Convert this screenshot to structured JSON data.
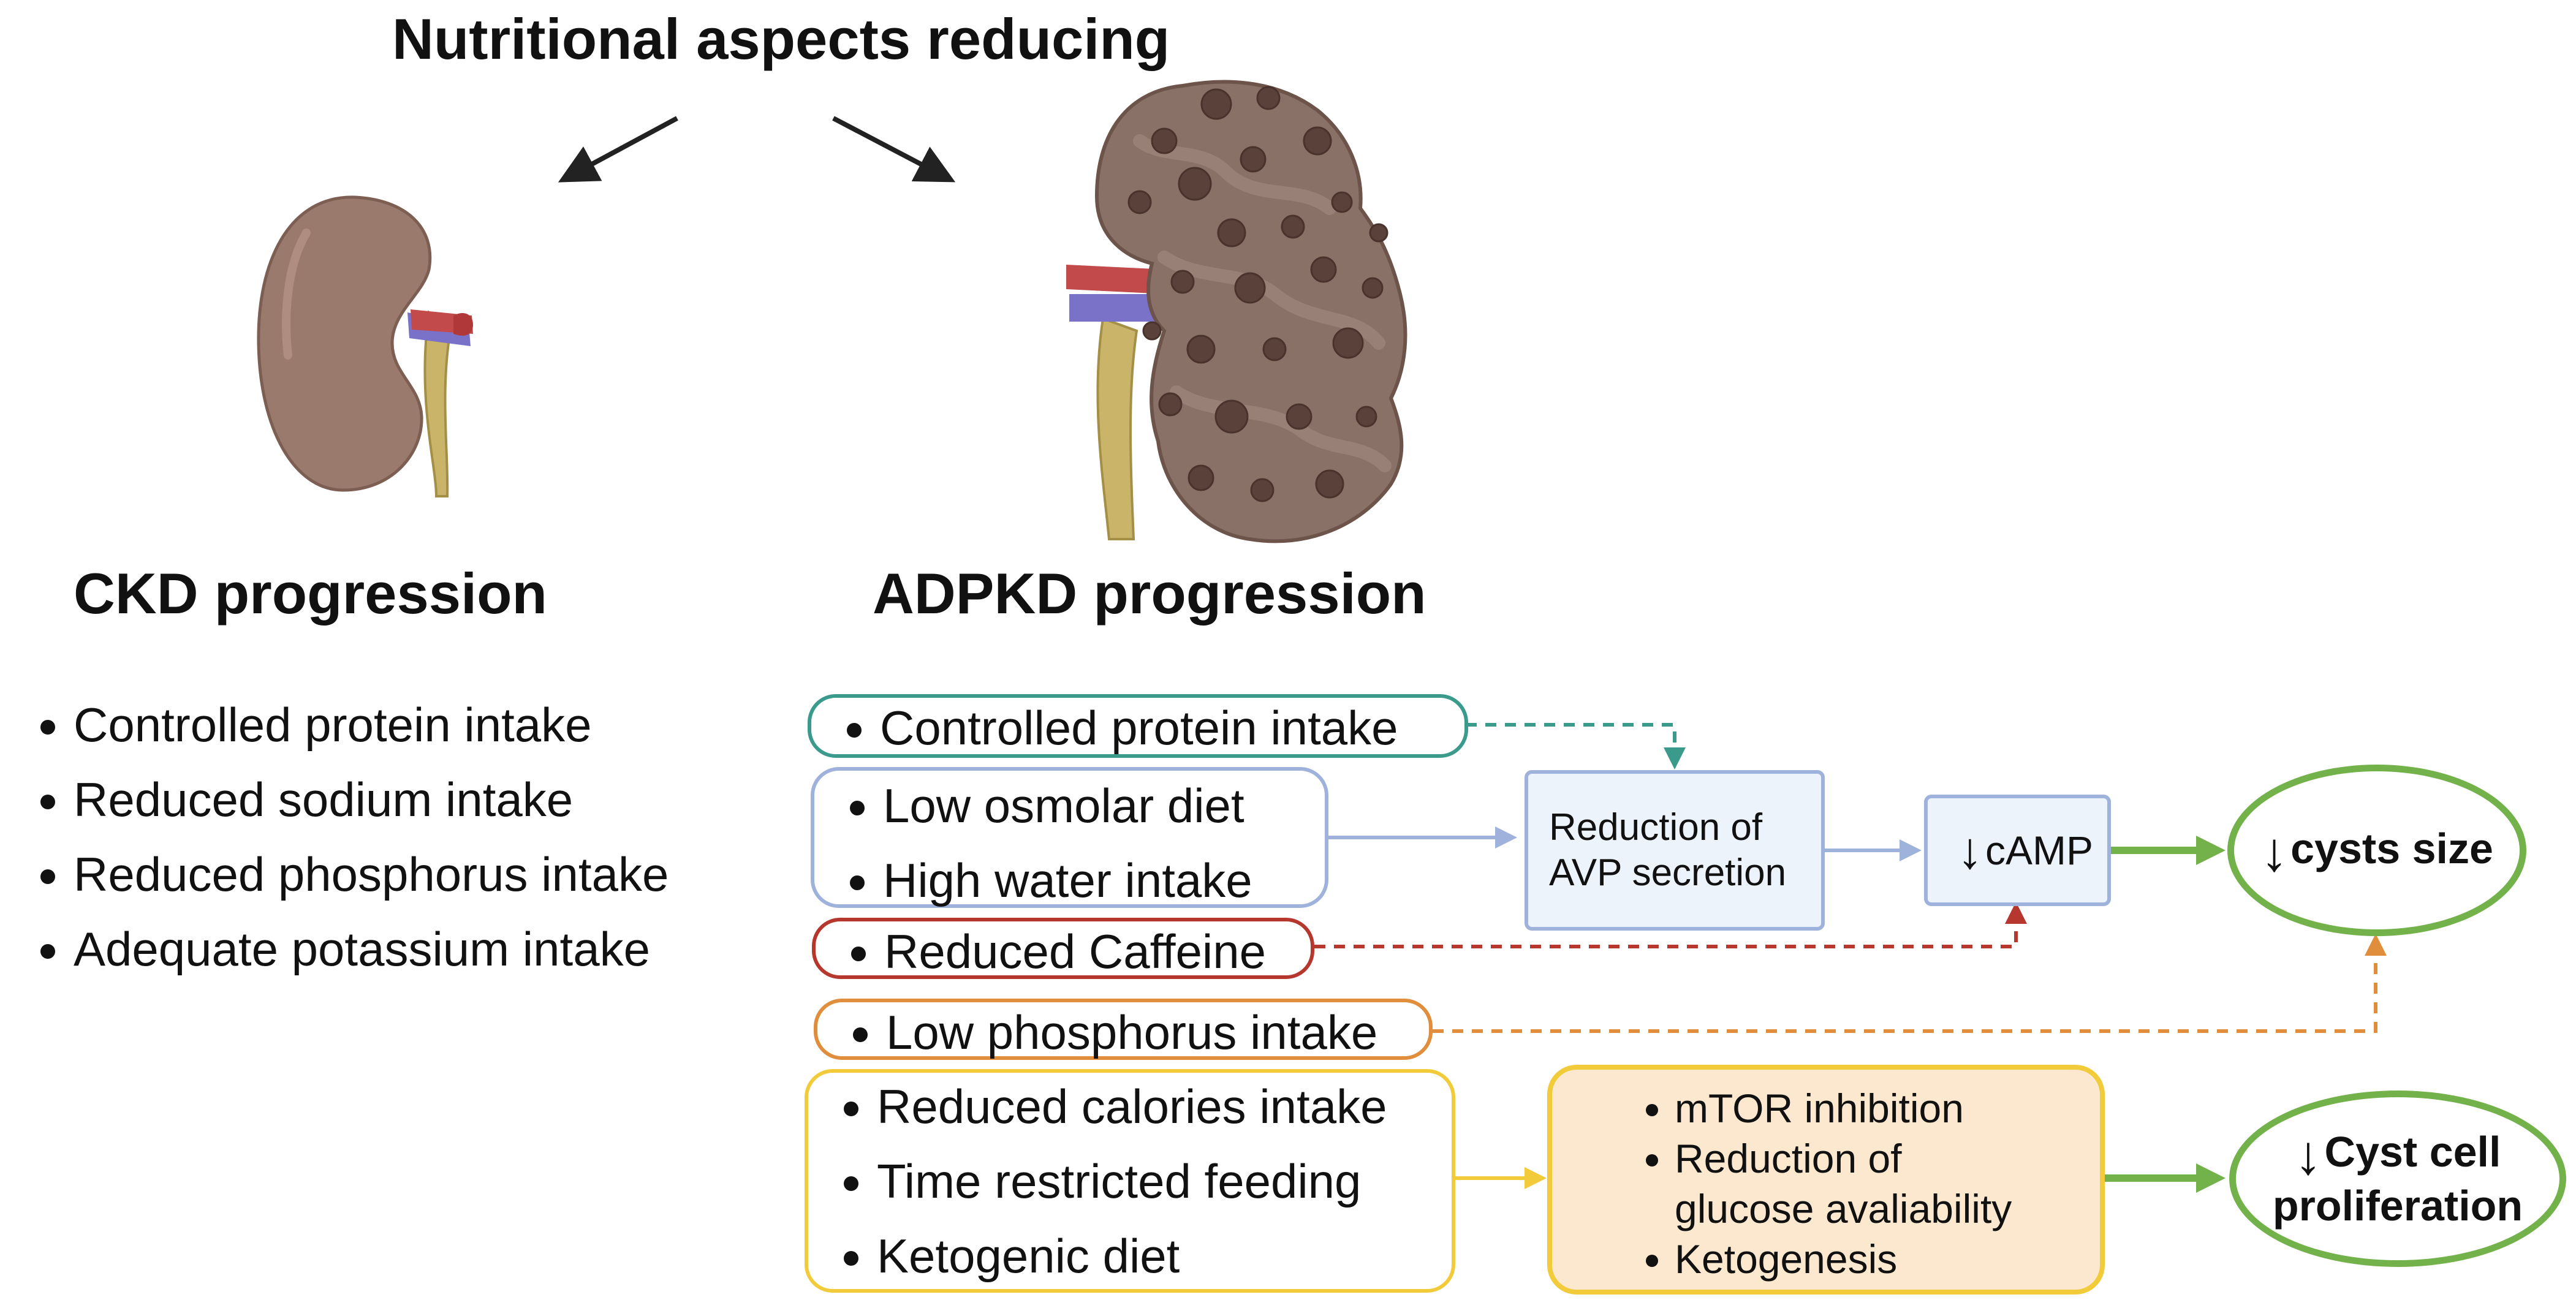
{
  "title": "Nutritional aspects reducing",
  "ckd": {
    "heading": "CKD progression",
    "items": [
      "Controlled protein intake",
      "Reduced sodium intake",
      "Reduced phosphorus intake",
      "Adequate potassium intake"
    ]
  },
  "adpkd": {
    "heading": "ADPKD progression",
    "boxes": [
      {
        "items": [
          "Controlled protein intake"
        ],
        "color": "#3a9a8b"
      },
      {
        "items": [
          "Low osmolar diet",
          "High water intake"
        ],
        "color": "#9eb2dc"
      },
      {
        "items": [
          "Reduced Caffeine"
        ],
        "color": "#b5372e"
      },
      {
        "items": [
          "Low phosphorus intake"
        ],
        "color": "#e08d3c"
      },
      {
        "items": [
          "Reduced calories intake",
          "Time restricted feeding",
          "Ketogenic diet"
        ],
        "color": "#f2cb3b"
      }
    ]
  },
  "mechanisms": {
    "avp": [
      "Reduction of",
      "AVP secretion"
    ],
    "camp": "cAMP",
    "mtor_items": [
      "mTOR inhibition",
      "Reduction of",
      "glucose avaliability",
      "Ketogenesis"
    ]
  },
  "outcomes": {
    "cysts_size": "cysts size",
    "proliferation": [
      "Cyst cell",
      "proliferation"
    ]
  },
  "colors": {
    "outcome_border": "#73b24a",
    "process_fill": "#edf3fb",
    "mtor_fill": "#fbe8cf"
  },
  "icons": [
    "normal-kidney-illustration",
    "polycystic-kidney-illustration",
    "down-arrow-icon"
  ]
}
